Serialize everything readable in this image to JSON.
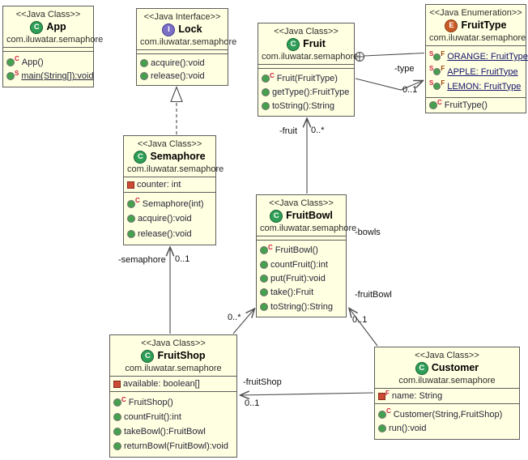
{
  "canvas": {
    "background": "#ffffff",
    "box_fill": "#ffffe1",
    "box_border": "#5d5d5d",
    "line_color": "#4a4a4a"
  },
  "classes": {
    "app": {
      "stereotype": "<<Java Class>>",
      "icon": "C",
      "name": "App",
      "package": "com.iluwatar.semaphore",
      "methods": [
        {
          "sup": "C",
          "label": "App()"
        },
        {
          "sup": "S",
          "label": "main(String[]):void"
        }
      ]
    },
    "lock": {
      "stereotype": "<<Java Interface>>",
      "icon": "I",
      "name": "Lock",
      "package": "com.iluwatar.semaphore",
      "methods": [
        {
          "label": "acquire():void"
        },
        {
          "label": "release():void"
        }
      ]
    },
    "fruit": {
      "stereotype": "<<Java Class>>",
      "icon": "C",
      "name": "Fruit",
      "package": "com.iluwatar.semaphore",
      "methods": [
        {
          "sup": "C",
          "label": "Fruit(FruitType)"
        },
        {
          "label": "getType():FruitType"
        },
        {
          "label": "toString():String"
        }
      ]
    },
    "fruittype": {
      "stereotype": "<<Java Enumeration>>",
      "icon": "E",
      "name": "FruitType",
      "package": "com.iluwatar.semaphore",
      "fields": [
        {
          "sup_pre": "S",
          "sup_post": "F",
          "label": "ORANGE: FruitType"
        },
        {
          "sup_pre": "S",
          "sup_post": "F",
          "label": "APPLE: FruitType"
        },
        {
          "sup_pre": "S",
          "sup_post": "F",
          "label": "LEMON: FruitType"
        }
      ],
      "methods": [
        {
          "sup": "C",
          "label": "FruitType()"
        }
      ]
    },
    "semaphore": {
      "stereotype": "<<Java Class>>",
      "icon": "C",
      "name": "Semaphore",
      "package": "com.iluwatar.semaphore",
      "fields": [
        {
          "label": "counter: int"
        }
      ],
      "methods": [
        {
          "sup": "C",
          "label": "Semaphore(int)"
        },
        {
          "label": "acquire():void"
        },
        {
          "label": "release():void"
        }
      ]
    },
    "fruitbowl": {
      "stereotype": "<<Java Class>>",
      "icon": "C",
      "name": "FruitBowl",
      "package": "com.iluwatar.semaphore",
      "methods": [
        {
          "sup": "C",
          "label": "FruitBowl()"
        },
        {
          "label": "countFruit():int"
        },
        {
          "label": "put(Fruit):void"
        },
        {
          "label": "take():Fruit"
        },
        {
          "label": "toString():String"
        }
      ]
    },
    "fruitshop": {
      "stereotype": "<<Java Class>>",
      "icon": "C",
      "name": "FruitShop",
      "package": "com.iluwatar.semaphore",
      "fields": [
        {
          "label": "available: boolean[]"
        }
      ],
      "methods": [
        {
          "sup": "C",
          "label": "FruitShop()"
        },
        {
          "label": "countFruit():int"
        },
        {
          "label": "takeBowl():FruitBowl"
        },
        {
          "label": "returnBowl(FruitBowl):void"
        }
      ]
    },
    "customer": {
      "stereotype": "<<Java Class>>",
      "icon": "C",
      "name": "Customer",
      "package": "com.iluwatar.semaphore",
      "fields": [
        {
          "sup": "F",
          "label": "name: String"
        }
      ],
      "methods": [
        {
          "sup": "C",
          "label": "Customer(String,FruitShop)"
        },
        {
          "label": "run():void"
        }
      ]
    }
  },
  "edges": {
    "shop_semaphore": {
      "name": "-semaphore",
      "mult": "0..1"
    },
    "bowl_fruit": {
      "name": "-fruit",
      "mult": "0..*"
    },
    "fruit_type": {
      "name": "-type",
      "mult": "0..1"
    },
    "shop_bowl": {
      "name": "-bowls",
      "mult": "0..*"
    },
    "customer_bowl": {
      "name": "-fruitBowl",
      "mult": "0..1"
    },
    "customer_shop": {
      "name": "-fruitShop",
      "mult": "0..1"
    }
  }
}
